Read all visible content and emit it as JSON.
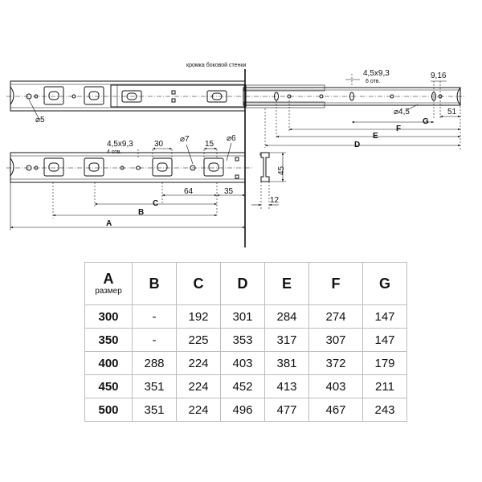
{
  "drawing": {
    "side_wall_label": "кромка боковой стенки",
    "dims": {
      "d5": "⌀5",
      "slot_top": "4,5x9,3",
      "slot_top_sub": "6 отв.",
      "d16": "9,16",
      "d45": "⌀4,5",
      "g": "G",
      "d51": "51",
      "f": "F",
      "e": "E",
      "d": "D",
      "slot_bottom": "4,5x9,3",
      "slot_bottom_sub": "4 отв.",
      "d30": "30",
      "d7": "⌀7",
      "d15": "15",
      "d6": "⌀6",
      "c": "C",
      "d64": "64",
      "d35": "35",
      "b": "B",
      "a": "A",
      "d45h": "45",
      "d12": "12"
    }
  },
  "table": {
    "header_first": "A",
    "header_first_sub": "размер",
    "columns": [
      "B",
      "C",
      "D",
      "E",
      "F",
      "G"
    ],
    "rows": [
      {
        "size": "300",
        "values": [
          "-",
          "192",
          "301",
          "284",
          "274",
          "147"
        ]
      },
      {
        "size": "350",
        "values": [
          "-",
          "225",
          "353",
          "317",
          "307",
          "147"
        ]
      },
      {
        "size": "400",
        "values": [
          "288",
          "224",
          "403",
          "381",
          "372",
          "179"
        ]
      },
      {
        "size": "450",
        "values": [
          "351",
          "224",
          "452",
          "413",
          "403",
          "211"
        ]
      },
      {
        "size": "500",
        "values": [
          "351",
          "224",
          "496",
          "477",
          "467",
          "243"
        ]
      }
    ]
  }
}
